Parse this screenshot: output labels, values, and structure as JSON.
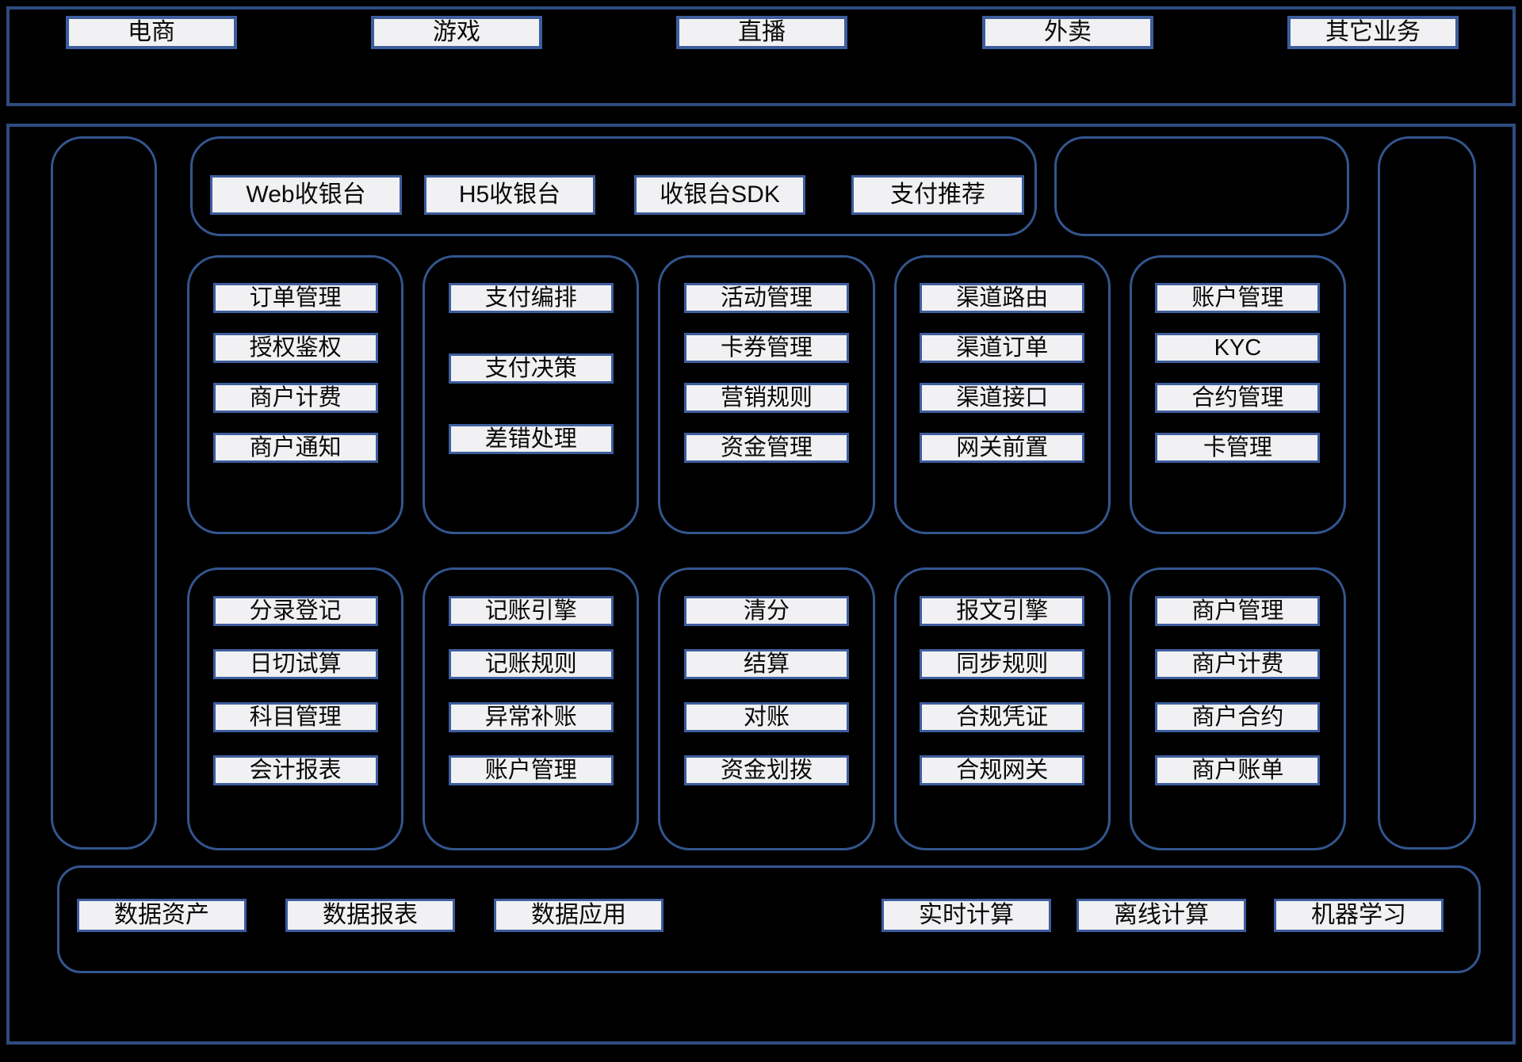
{
  "colors": {
    "border_dark": "#2e4c80",
    "border_mid": "#33568f",
    "box_border": "#3d5d9d",
    "box_fill": "#f1f1f3",
    "bg": "#000000",
    "text": "#0a0a0a"
  },
  "business_layer": {
    "items": [
      "电商",
      "游戏",
      "直播",
      "外卖",
      "其它业务"
    ]
  },
  "cashier_layer": {
    "items": [
      "Web收银台",
      "H5收银台",
      "收银台SDK",
      "支付推荐"
    ]
  },
  "payment_core_row": {
    "groups": [
      {
        "items": [
          "订单管理",
          "授权鉴权",
          "商户计费",
          "商户通知"
        ]
      },
      {
        "items": [
          "支付编排",
          "支付决策",
          "差错处理"
        ]
      },
      {
        "items": [
          "活动管理",
          "卡券管理",
          "营销规则",
          "资金管理"
        ]
      },
      {
        "items": [
          "渠道路由",
          "渠道订单",
          "渠道接口",
          "网关前置"
        ]
      },
      {
        "items": [
          "账户管理",
          "KYC",
          "合约管理",
          "卡管理"
        ]
      }
    ]
  },
  "settlement_row": {
    "groups": [
      {
        "items": [
          "分录登记",
          "日切试算",
          "科目管理",
          "会计报表"
        ]
      },
      {
        "items": [
          "记账引擎",
          "记账规则",
          "异常补账",
          "账户管理"
        ]
      },
      {
        "items": [
          "清分",
          "结算",
          "对账",
          "资金划拨"
        ]
      },
      {
        "items": [
          "报文引擎",
          "同步规则",
          "合规凭证",
          "合规网关"
        ]
      },
      {
        "items": [
          "商户管理",
          "商户计费",
          "商户合约",
          "商户账单"
        ]
      }
    ]
  },
  "data_layer": {
    "left_items": [
      "数据资产",
      "数据报表",
      "数据应用"
    ],
    "right_items": [
      "实时计算",
      "离线计算",
      "机器学习"
    ]
  }
}
